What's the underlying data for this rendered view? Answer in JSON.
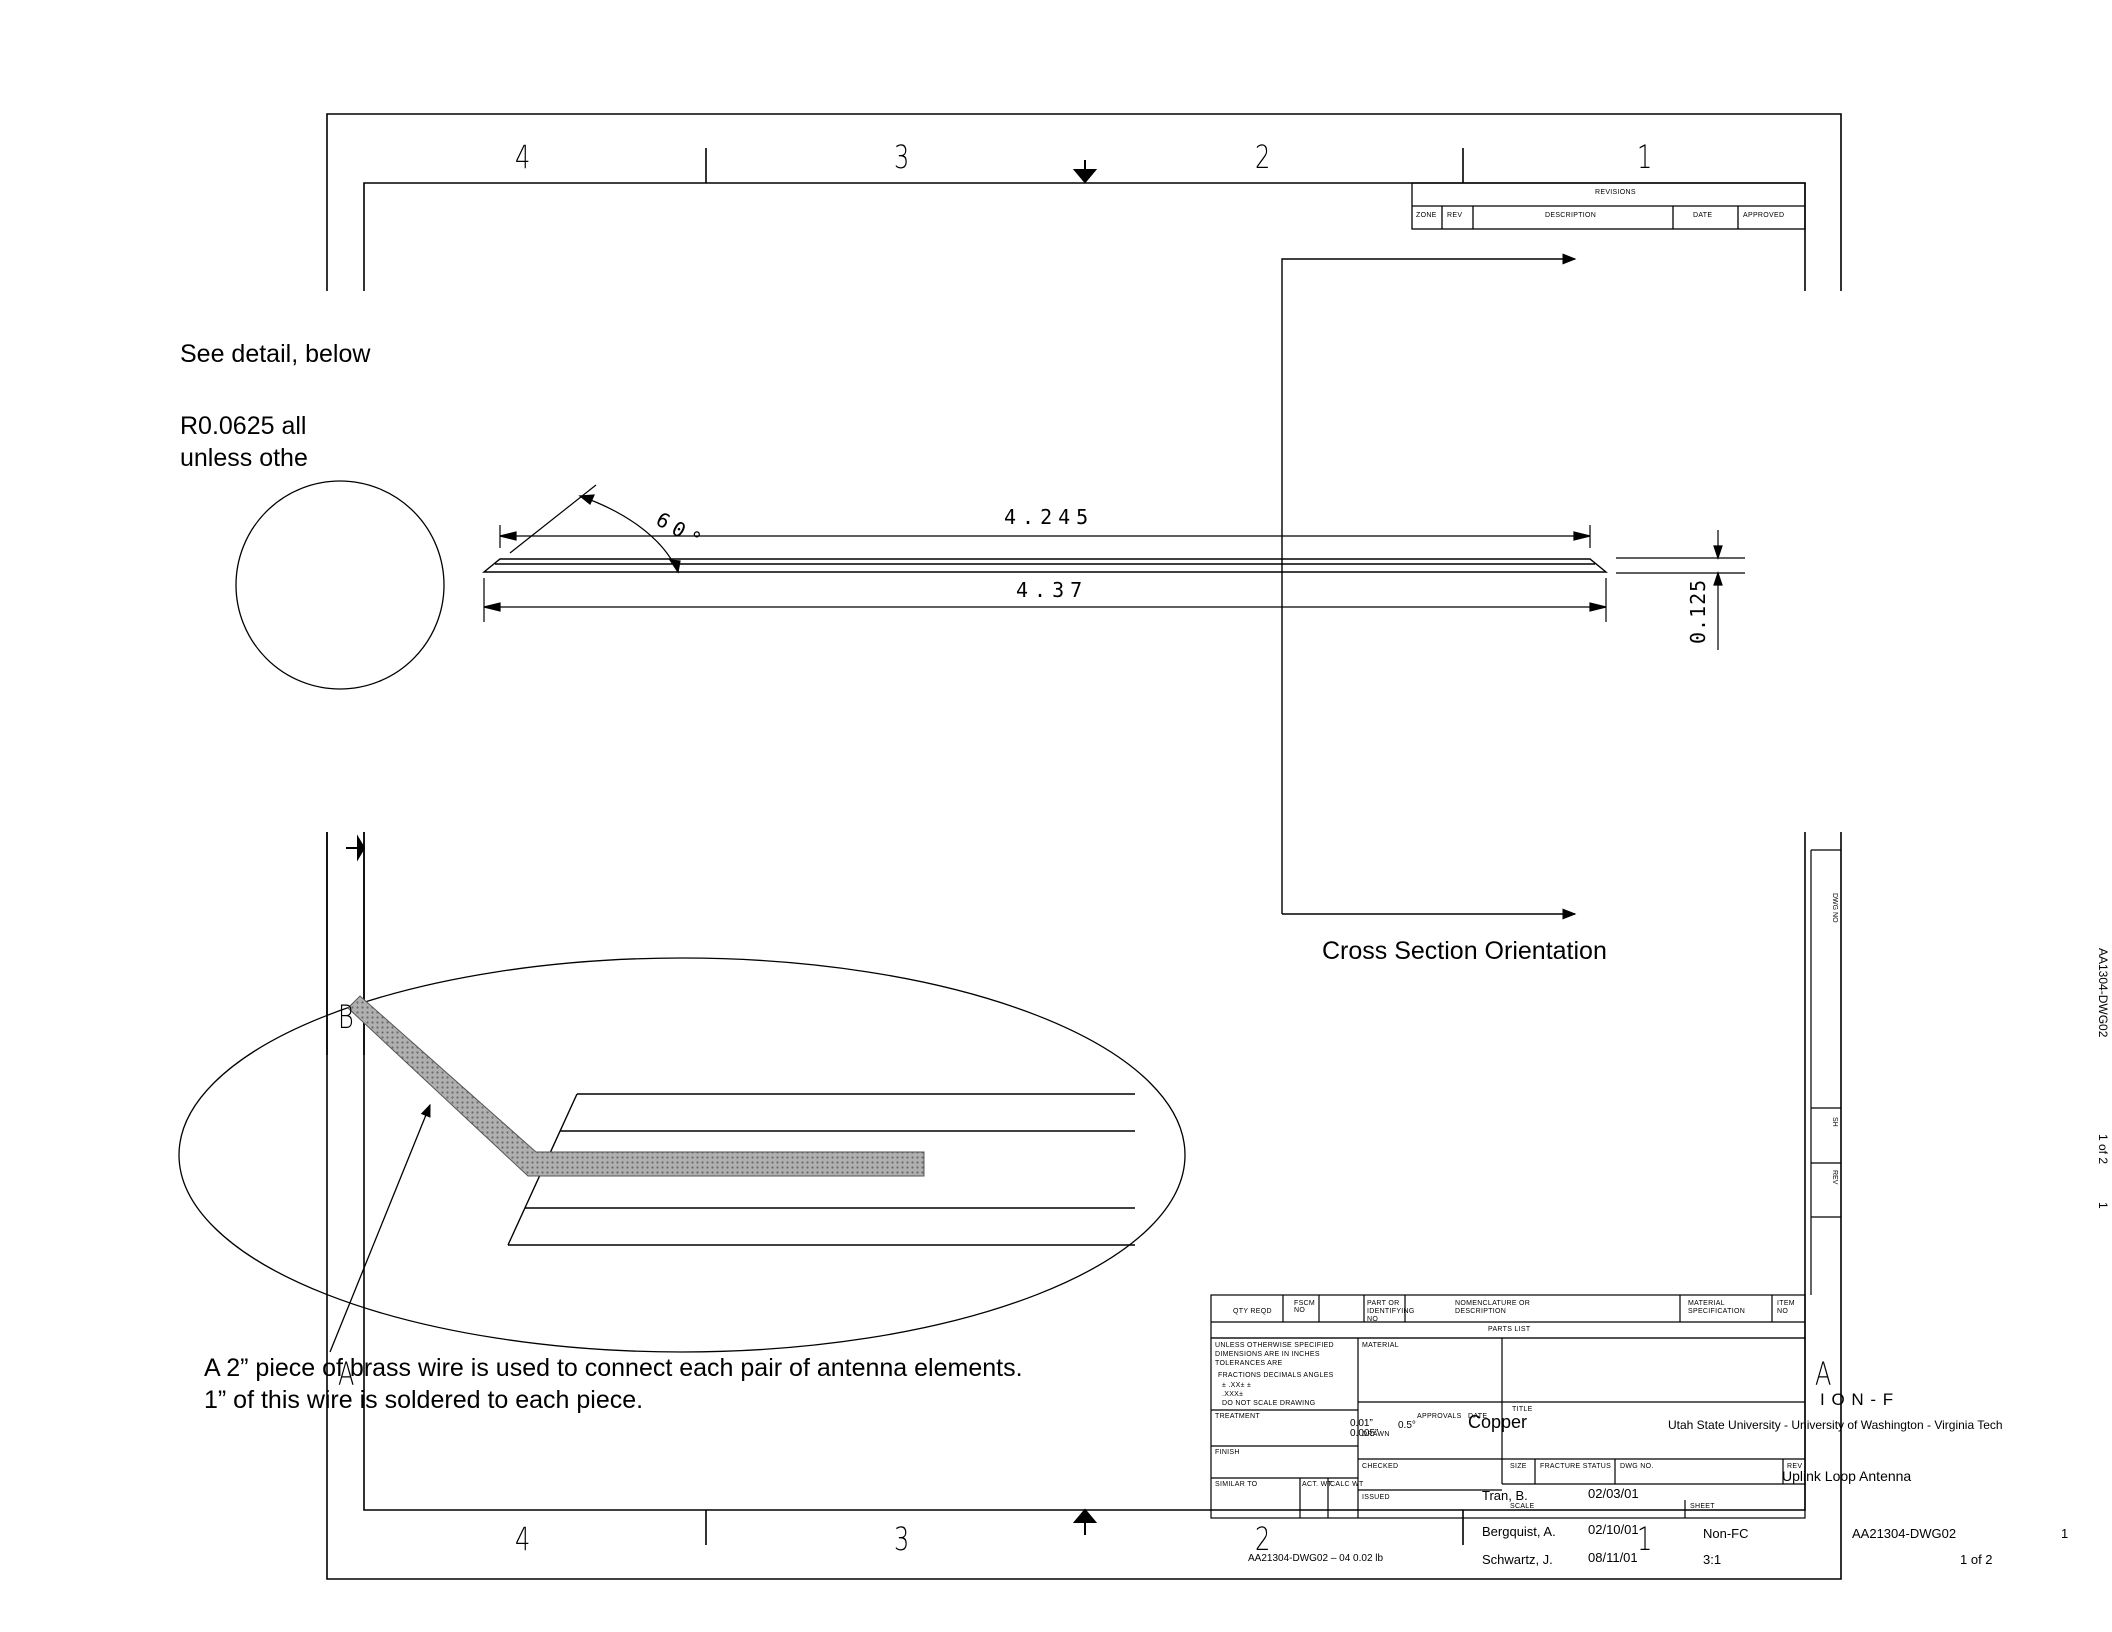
{
  "notes": {
    "see_detail": "See detail, below",
    "radius_line1": "R0.0625 all",
    "radius_line2": "unless othe",
    "cross_section": "Cross Section Orientation",
    "wire_line1": "A 2” piece of brass wire is used to connect each pair of antenna elements.",
    "wire_line2": "1” of this wire is soldered to each piece."
  },
  "dimensions": {
    "angle": "60°",
    "inner_length": "4.245",
    "overall_length": "4.37",
    "thickness": "0.125"
  },
  "zones": {
    "top": [
      "4",
      "3",
      "2",
      "1"
    ],
    "bottom": [
      "4",
      "3",
      "2",
      "1"
    ],
    "left_b": "B",
    "left_a": "A",
    "right_a": "A"
  },
  "revisions_block": {
    "title": "REVISIONS",
    "columns": [
      "ZONE",
      "REV",
      "DESCRIPTION",
      "DATE",
      "APPROVED"
    ]
  },
  "parts_list": {
    "columns": [
      "QTY REQD",
      "FSCM NO",
      "PART OR IDENTIFYING NO",
      "NOMENCLATURE OR DESCRIPTION",
      "MATERIAL SPECIFICATION",
      "ITEM NO"
    ],
    "title": "PARTS LIST"
  },
  "title_block": {
    "tolerance_l1": "UNLESS OTHERWISE SPECIFIED",
    "tolerance_l2": "DIMENSIONS ARE IN INCHES",
    "tolerance_l3": "TOLERANCES ARE",
    "tolerance_l4": "FRACTIONS  DECIMALS  ANGLES",
    "tolerance_l5": "±        .XX±        ±",
    "tolerance_l6": "          .XXX±",
    "tolerance_l7": "DO NOT SCALE DRAWING",
    "material_label": "MATERIAL",
    "treatment_label": "TREATMENT",
    "finish_label": "FINISH",
    "similar_label": "SIMILAR TO",
    "act_wt_label": "ACT. WT.",
    "calc_wt_label": "CALC WT",
    "approvals_label": "APPROVALS",
    "drawn_label": "DRAWN",
    "checked_label": "CHECKED",
    "issued_label": "ISSUED",
    "date_label": "DATE",
    "title_label": "TITLE",
    "size_label": "SIZE",
    "fracture_label": "FRACTURE  STATUS",
    "dwg_no_label": "DWG NO.",
    "rev_label": "REV",
    "scale_label": "SCALE",
    "sheet_label": "SHEET",
    "tol_decimal": "0.01”",
    "tol_decimal2": "0.005”",
    "tol_angle": "0.5°",
    "material": "Copper",
    "org_partial": "I O N - F",
    "organization": "Utah State University - University of Washington - Virginia Tech",
    "title": "Uplink Loop Antenna",
    "drawn_by": "Tran, B.",
    "drawn_date": "02/03/01",
    "checked_by": "Bergquist, A.",
    "checked_date": "02/10/01",
    "issued_by": "Schwartz, J.",
    "issued_date": "08/11/01",
    "fracture_status": "Non-FC",
    "scale": "3:1",
    "dwg_no": "AA21304-DWG02",
    "rev": "1",
    "sheet": "1 of 2",
    "weight_ref": "AA21304-DWG02 – 04   0.02 lb"
  },
  "side_strip": {
    "dwg_no_label": "DWG NO",
    "sh_label": "SH",
    "rev_label": "REV",
    "dwg_no": "AA1304-DWG02",
    "sheet": "1 of 2",
    "rev": "1"
  },
  "colors": {
    "line": "#000000",
    "wire_fill": "#9a9a9a"
  }
}
